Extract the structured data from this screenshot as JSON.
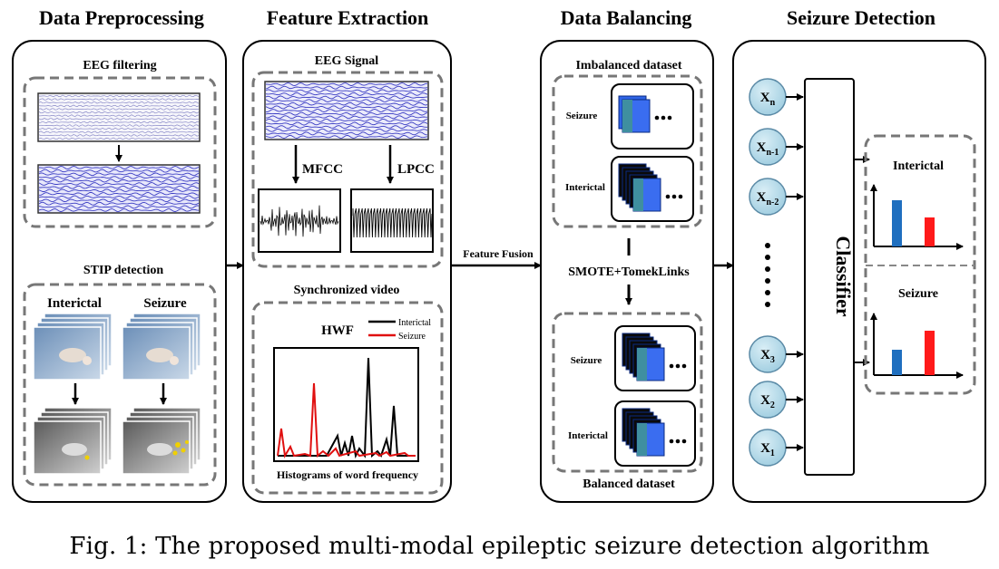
{
  "panels": {
    "preprocessing": {
      "title": "Data Preprocessing",
      "eeg_filtering": "EEG filtering",
      "stip_detection": "STIP detection",
      "interictal": "Interictal",
      "seizure": "Seizure"
    },
    "feature_extraction": {
      "title": "Feature Extraction",
      "eeg_signal": "EEG Signal",
      "mfcc": "MFCC",
      "lpcc": "LPCC",
      "synchronized_video": "Synchronized video",
      "hwf": "HWF",
      "legend_interictal": "Interictal",
      "legend_seizure": "Seizure",
      "histogram_caption": "Histograms of word frequency"
    },
    "feature_fusion": "Feature Fusion",
    "balancing": {
      "title": "Data Balancing",
      "imbalanced": "Imbalanced dataset",
      "seizure": "Seizure",
      "interictal": "Interictal",
      "method": "SMOTE+TomekLinks",
      "balanced": "Balanced dataset"
    },
    "detection": {
      "title": "Seizure Detection",
      "classifier": "Classifier",
      "inputs_top": [
        "X",
        "X",
        "X"
      ],
      "inputs_top_sub": [
        "n",
        "n-1",
        "n-2"
      ],
      "inputs_bottom": [
        "X",
        "X",
        "X"
      ],
      "inputs_bottom_sub": [
        "3",
        "2",
        "1"
      ],
      "out_interictal": "Interictal",
      "out_seizure": "Seizure"
    }
  },
  "caption": "Fig. 1: The proposed multi-modal epileptic seizure detection algorithm",
  "colors": {
    "eeg_blue": "#3d3fc4",
    "node_fill": "#b7dbe8",
    "bar_blue": "#1f6fbf",
    "bar_red": "#ff1a1a",
    "hist_red": "#e01010",
    "stack_blue": "#3a6df0",
    "stack_teal": "#3f8fa0"
  }
}
